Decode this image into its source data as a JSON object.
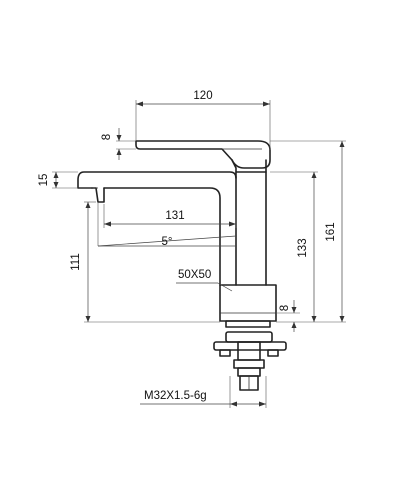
{
  "drawing": {
    "dimensions": {
      "spout_reach_top": "120",
      "lever_thickness": "8",
      "spout_height": "15",
      "spout_reach": "131",
      "spout_angle": "5°",
      "height_to_spout": "111",
      "body_height": "133",
      "total_height": "161",
      "body_section": "50X50",
      "base_thickness": "8",
      "thread": "M32X1.5-6g"
    }
  }
}
